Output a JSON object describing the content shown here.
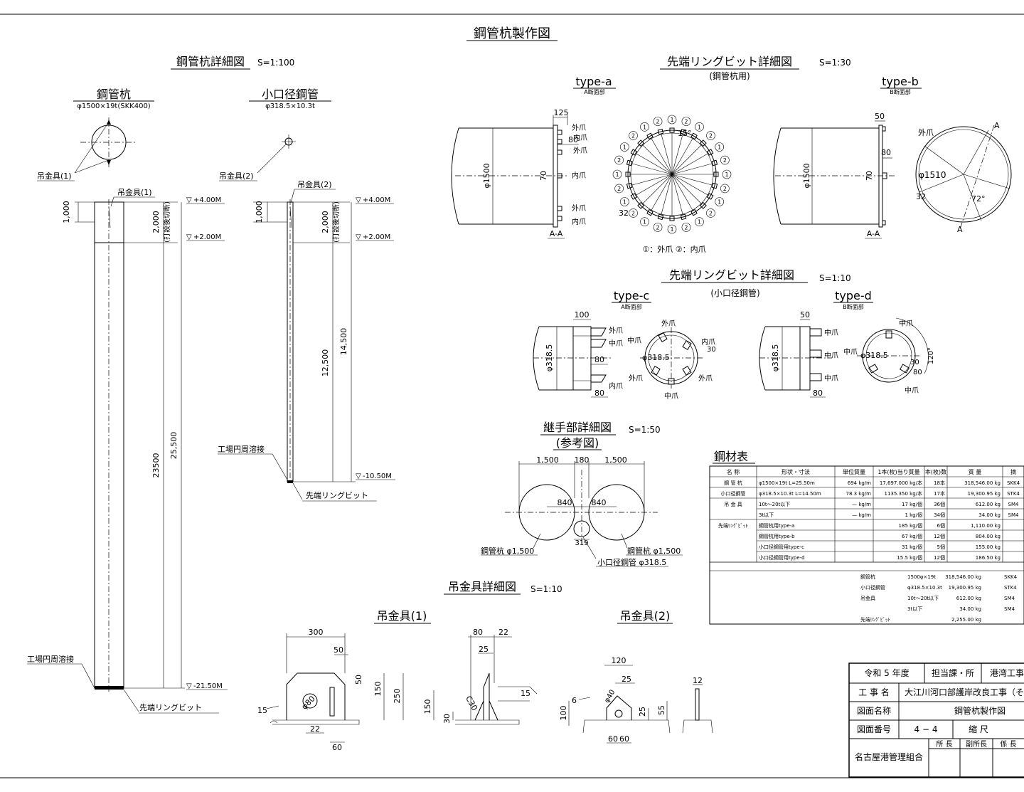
{
  "main_title": "鋼管杭製作図",
  "pile_detail": {
    "title": "鋼管杭詳細図",
    "scale": "S=1:100",
    "pile_name": "鋼管杭",
    "pile_spec": "φ1500×19t(SKK400)",
    "small_name": "小口径鋼管",
    "small_spec": "φ318.5×10.3t",
    "hanger1_label": "吊金具(1)",
    "hanger2_label": "吊金具(2)",
    "hanger1_label_b": "吊金具(1)",
    "hanger2_label_b": "吊金具(2)",
    "dim_1000": "1,000",
    "dim_2000": "2,000",
    "cut_note": "(打設後切断)",
    "dim_23500": "23500",
    "dim_25500": "25,500",
    "dim_1000_b": "1,000",
    "dim_2000_b": "2,000",
    "cut_note_b": "(打設後切断)",
    "dim_12500": "12,500",
    "dim_14500": "14,500",
    "lv_p4": "+4.00M",
    "lv_p2": "+2.00M",
    "lv_m2150": "-21.50M",
    "lv_p4_b": "+4.00M",
    "lv_p2_b": "+2.00M",
    "lv_m1050": "-10.50M",
    "weld_label": "工場円周溶接",
    "weld_label_b": "工場円周溶接",
    "ring_bit_label": "先端リングビット",
    "ring_bit_label_b": "先端リングビット"
  },
  "ringbit_a": {
    "title": "先端リングビット詳細図",
    "scale": "S=1:30",
    "subtitle": "(鋼管杭用)",
    "type_a": "type-a",
    "type_a_sec": "A断面部",
    "type_b": "type-b",
    "type_b_sec": "B断面部",
    "d125": "125",
    "d80": "80",
    "d70": "70",
    "phi1500": "φ1500",
    "phi1500_b": "φ1500",
    "aa": "A-A",
    "aa_b": "A-A",
    "outer": "外爪",
    "inner": "内爪",
    "outer2": "外爪",
    "inner2": "内爪",
    "outer3": "外爪",
    "inner3": "内爪",
    "inner4": "内爪",
    "ang15": "15°",
    "d32": "32",
    "legend": "①：外爪  ②：内爪",
    "d50": "50",
    "d80b": "80",
    "d70b": "70",
    "phi1510": "φ1510",
    "ang72": "72°",
    "d32b": "32",
    "gaisou": "外爪",
    "a_mark": "A",
    "a_mark2": "A"
  },
  "ringbit_c": {
    "title": "先端リングビット詳細図",
    "scale": "S=1:10",
    "subtitle": "(小口径鋼管)",
    "type_c": "type-c",
    "type_c_sec": "A断面部",
    "type_d": "type-d",
    "type_d_sec": "B断面部",
    "d100": "100",
    "d80": "80",
    "d80b": "80",
    "phi3185": "φ318.5",
    "outer": "外爪",
    "middle": "中爪",
    "middle2": "中爪",
    "inner": "内爪",
    "inner2": "内爪",
    "outer2": "外爪",
    "outer3": "外爪",
    "outer4": "外爪",
    "d30": "30",
    "d50": "50",
    "d80c": "80",
    "phi3185b": "φ318.5",
    "phi3185c": "φ318.5",
    "phi3185d": "φ318.5",
    "m1": "中爪",
    "m2": "中爪",
    "m3": "中爪",
    "m4": "中爪",
    "m5": "中爪",
    "m6": "中爪",
    "ang120": "120°",
    "d80d": "80",
    "d30b": "30"
  },
  "joint": {
    "title": "継手部詳細図",
    "scale": "S=1:50",
    "subtitle": "(参考図)",
    "d1500a": "1,500",
    "d180": "180",
    "d1500b": "1,500",
    "d840a": "840",
    "d840b": "840",
    "d319": "319",
    "pile_l": "鋼管杭 φ1,500",
    "pile_r": "鋼管杭 φ1,500",
    "small": "小口径鋼管 φ318.5"
  },
  "hanger": {
    "title": "吊金具詳細図",
    "scale": "S=1:10",
    "h1": "吊金具(1)",
    "h2": "吊金具(2)",
    "d300": "300",
    "d50": "50",
    "d50b": "50",
    "d150": "150",
    "d250": "250",
    "phi80": "φ80",
    "w15": "15",
    "d22": "22",
    "d60": "60",
    "d80": "80",
    "d22b": "22",
    "d25": "25",
    "c30": "C30",
    "d150b": "150",
    "d30": "30",
    "w15b": "15",
    "d120": "120",
    "d25b": "25",
    "phi40": "φ40",
    "d25c": "25",
    "d55": "55",
    "d12": "12",
    "w6": "6",
    "d100": "100",
    "d60a": "60",
    "d60b": "60"
  },
  "material_table": {
    "title": "鋼材表",
    "headers": [
      "名 称",
      "形状・寸法",
      "単位質量",
      "1本(枚)当り質量",
      "本(枚)数",
      "質 量",
      "摘"
    ],
    "rows": [
      [
        "鋼 管 杭",
        "φ1500×19t L=25.50m",
        "694 kg/m",
        "17,697.000 kg/本",
        "18本",
        "318,546.00 kg",
        "SKK4"
      ],
      [
        "小口径鋼管",
        "φ318.5×10.3t L=14.50m",
        "78.3 kg/m",
        "1135.350 kg/本",
        "17本",
        "19,300.95 kg",
        "STK4"
      ],
      [
        "吊 金 具",
        "10t～20t以下",
        "— kg/m",
        "17 kg/個",
        "36個",
        "612.00 kg",
        "SM4"
      ],
      [
        "",
        "3t以下",
        "— kg/m",
        "1 kg/個",
        "34個",
        "34.00 kg",
        "SM4"
      ],
      [
        "先端ﾘﾝｸﾞﾋﾞｯﾄ",
        "鋼管杭用type-a",
        "",
        "185 kg/個",
        "6個",
        "1,110.00 kg",
        ""
      ],
      [
        "",
        "鋼管杭用type-b",
        "",
        "67 kg/個",
        "12個",
        "804.00 kg",
        ""
      ],
      [
        "",
        "小口径鋼管用type-c",
        "",
        "31 kg/個",
        "5個",
        "155.00 kg",
        ""
      ],
      [
        "",
        "小口径鋼管用type-d",
        "",
        "15.5 kg/個",
        "12個",
        "186.50 kg",
        ""
      ]
    ],
    "summary": [
      [
        "鋼管杭",
        "1500φ×19t",
        "318,546.00 kg",
        "SKK4"
      ],
      [
        "小口径鋼管",
        "φ318.5×10.3t",
        "19,300.95 kg",
        "STK4"
      ],
      [
        "吊金具",
        "10t～20t以下",
        "612.00 kg",
        "SM4"
      ],
      [
        "",
        "3t以下",
        "34.00 kg",
        "SM4"
      ],
      [
        "先端ﾘﾝｸﾞﾋﾞｯﾄ",
        "",
        "2,255.00 kg",
        ""
      ]
    ]
  },
  "title_block": {
    "year": "令和 5 年度",
    "dept": "担当課・所",
    "dept_val": "港湾工事",
    "work_label": "工 事 名",
    "work_val": "大江川河口部護岸改良工事（そ",
    "drawing_label": "図面名称",
    "drawing_val": "鋼管杭製作図",
    "number_label": "図面番号",
    "number_val": "4 − 4",
    "scale_label": "縮  尺",
    "scale_val": "",
    "org": "名古屋港管理組合",
    "r1": "所 長",
    "r2": "副所長",
    "r3": "係 長"
  }
}
